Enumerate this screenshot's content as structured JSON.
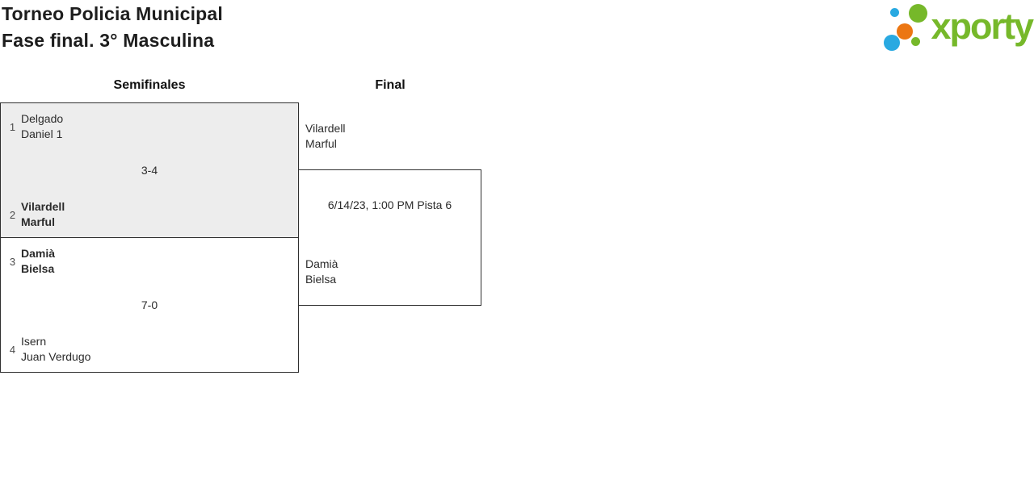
{
  "header": {
    "title_line1": "Torneo Policia Municipal",
    "title_line2": "Fase final. 3° Masculina"
  },
  "logo": {
    "text": "xporty",
    "colors": {
      "green": "#76b82a",
      "blue": "#29a9e1",
      "orange": "#ec7612"
    }
  },
  "bracket": {
    "rounds": [
      {
        "label": "Semifinales"
      },
      {
        "label": "Final"
      }
    ],
    "semifinal_matches": [
      {
        "team1": {
          "seed": "1",
          "line1": "Delgado",
          "line2": "Daniel 1"
        },
        "score": "3-4",
        "team2": {
          "seed": "2",
          "line1": "Vilardell",
          "line2": "Marful"
        },
        "winner": "team2",
        "highlighted": true
      },
      {
        "team1": {
          "seed": "3",
          "line1": "Damià",
          "line2": "Bielsa"
        },
        "score": "7-0",
        "team2": {
          "seed": "4",
          "line1": "Isern",
          "line2": "Juan Verdugo"
        },
        "winner": "team1",
        "highlighted": false
      }
    ],
    "final_match": {
      "info": "6/14/23, 1:00 PM Pista 6",
      "team1": {
        "line1": "Vilardell",
        "line2": "Marful"
      },
      "team2": {
        "line1": "Damià",
        "line2": "Bielsa"
      }
    }
  },
  "style": {
    "highlight_bg": "#ededed",
    "border_color": "#2f2f2f"
  }
}
